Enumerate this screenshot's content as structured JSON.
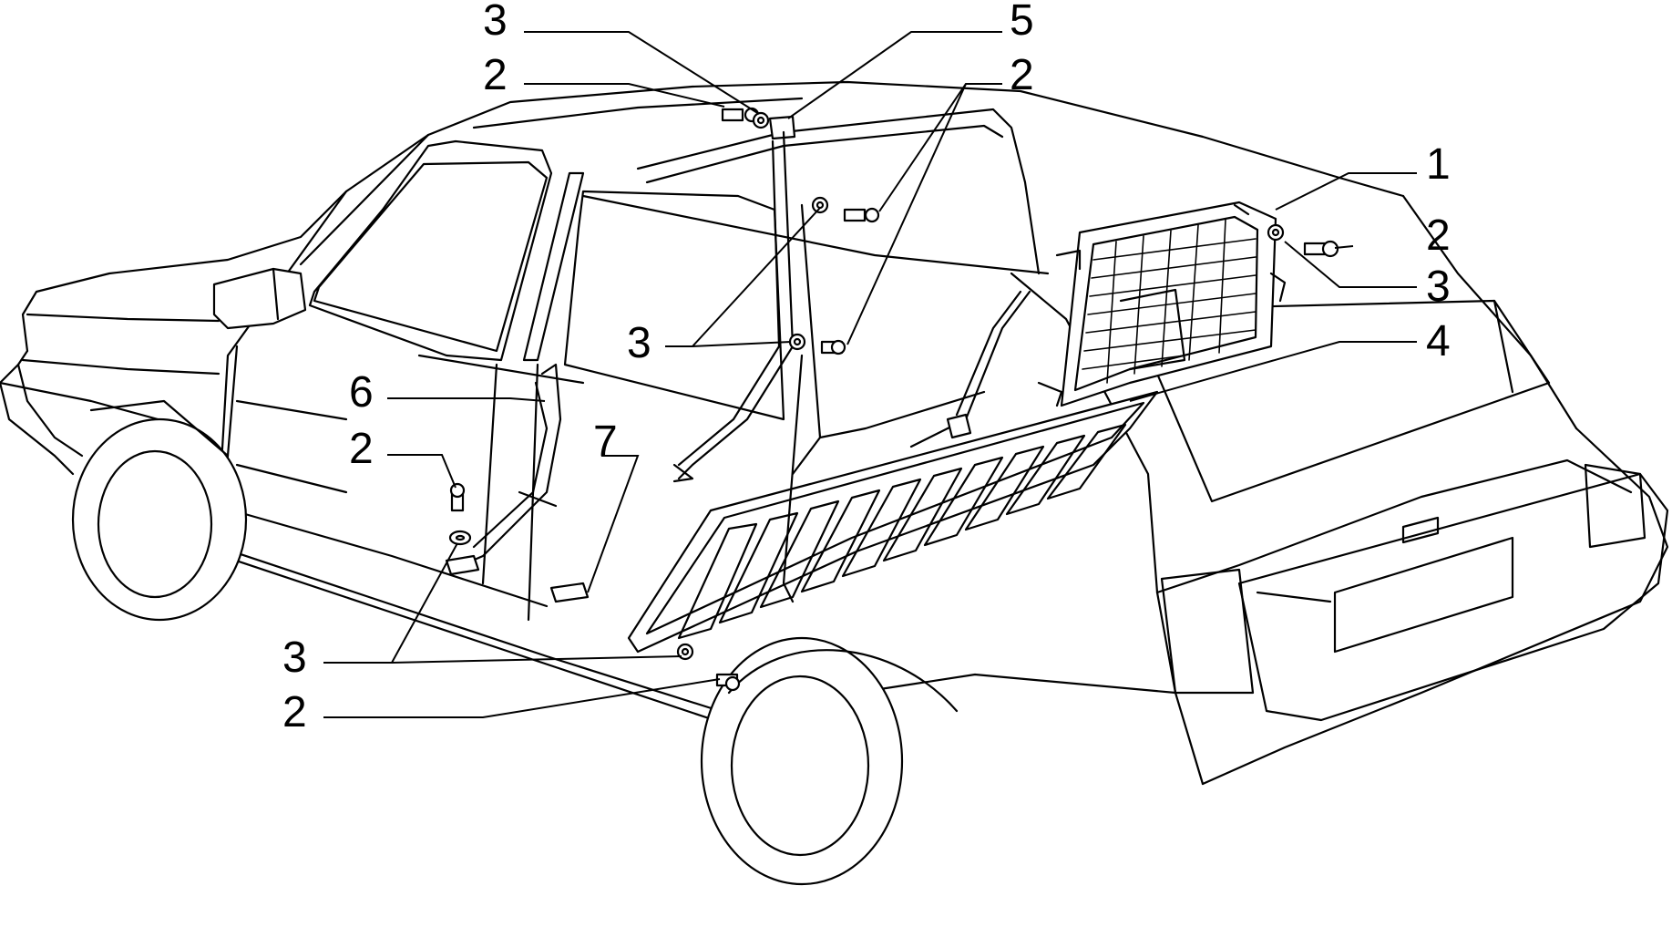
{
  "callouts": {
    "top_left_3": "3",
    "top_left_2": "2",
    "top_5": "5",
    "top_right_2": "2",
    "right_1": "1",
    "right_2": "2",
    "right_3": "3",
    "right_4": "4",
    "mid_3": "3",
    "left_6": "6",
    "left_2": "2",
    "mid_7": "7",
    "bottom_3": "3",
    "bottom_2": "2"
  }
}
